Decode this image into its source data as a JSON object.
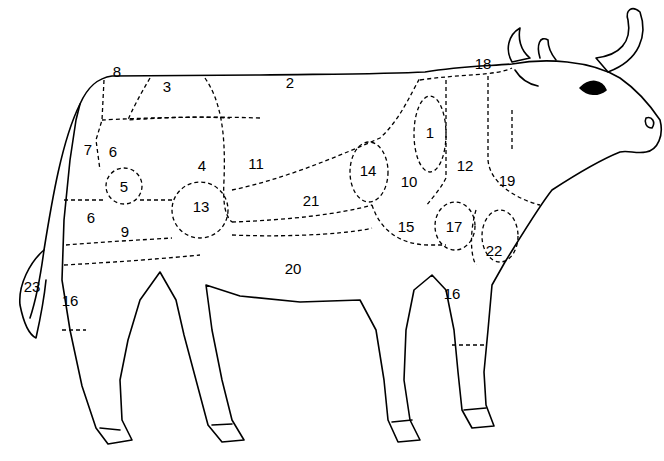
{
  "diagram": {
    "labels": [
      "18",
      "8",
      "2",
      "3",
      "1",
      "7",
      "6",
      "11",
      "4",
      "12",
      "14",
      "10",
      "19",
      "5",
      "21",
      "13",
      "6",
      "15",
      "17",
      "9",
      "22",
      "20",
      "23",
      "16",
      "16"
    ]
  }
}
